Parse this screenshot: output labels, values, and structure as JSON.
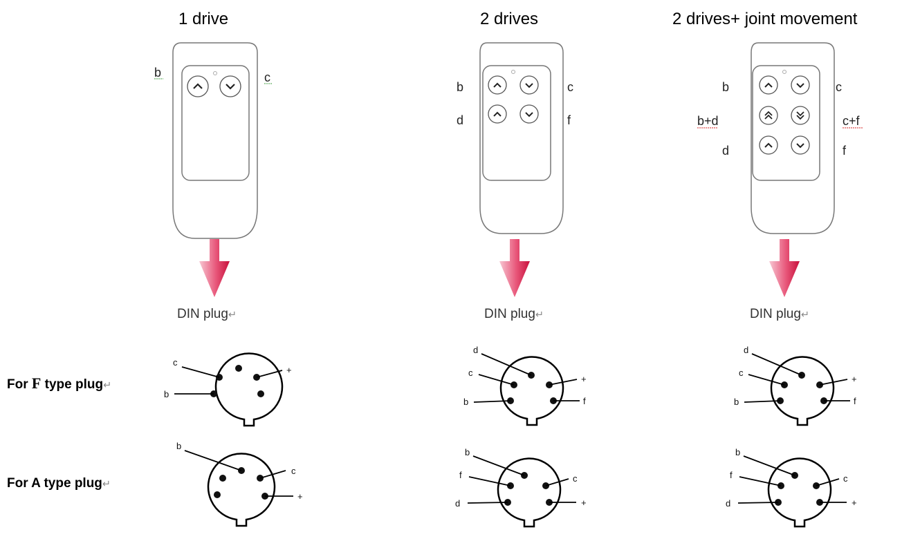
{
  "columns": [
    {
      "title": "1 drive",
      "remote_labels": {
        "row1_left": "b",
        "row1_right": "c"
      },
      "din_label": "DIN plug",
      "f_plug_pins": [
        "c",
        "b",
        "+"
      ],
      "a_plug_pins": [
        "b",
        "c",
        "+"
      ]
    },
    {
      "title": "2 drives",
      "remote_labels": {
        "row1_left": "b",
        "row1_right": "c",
        "row2_left": "d",
        "row2_right": "f"
      },
      "din_label": "DIN plug",
      "f_plug_pins": [
        "d",
        "c",
        "b",
        "+",
        "f"
      ],
      "a_plug_pins": [
        "b",
        "f",
        "d",
        "c",
        "+"
      ]
    },
    {
      "title": "2 drives+ joint movement",
      "remote_labels": {
        "row1_left": "b",
        "row1_right": "c",
        "row2_left": "b+d",
        "row2_right": "c+f",
        "row3_left": "d",
        "row3_right": "f"
      },
      "din_label": "DIN plug",
      "f_plug_pins": [
        "d",
        "c",
        "b",
        "+",
        "f"
      ],
      "a_plug_pins": [
        "b",
        "f",
        "d",
        "c",
        "+"
      ]
    }
  ],
  "row_labels": {
    "f_type": {
      "prefix": "For",
      "letter": "F",
      "suffix": "type plug"
    },
    "a_type": {
      "text": "For A type plug"
    }
  },
  "paragraph_mark": "↵",
  "colors": {
    "arrow_dark": "#d81e4a",
    "arrow_light": "#f7c6d2",
    "outline": "#777777",
    "pin": "#111111",
    "spell_underline_green": "#3a9a3a",
    "spell_underline_red": "#d62020"
  },
  "icons": [
    "up-chevron-icon",
    "down-chevron-icon",
    "double-up-chevron-icon",
    "double-down-chevron-icon",
    "down-arrow-icon"
  ]
}
